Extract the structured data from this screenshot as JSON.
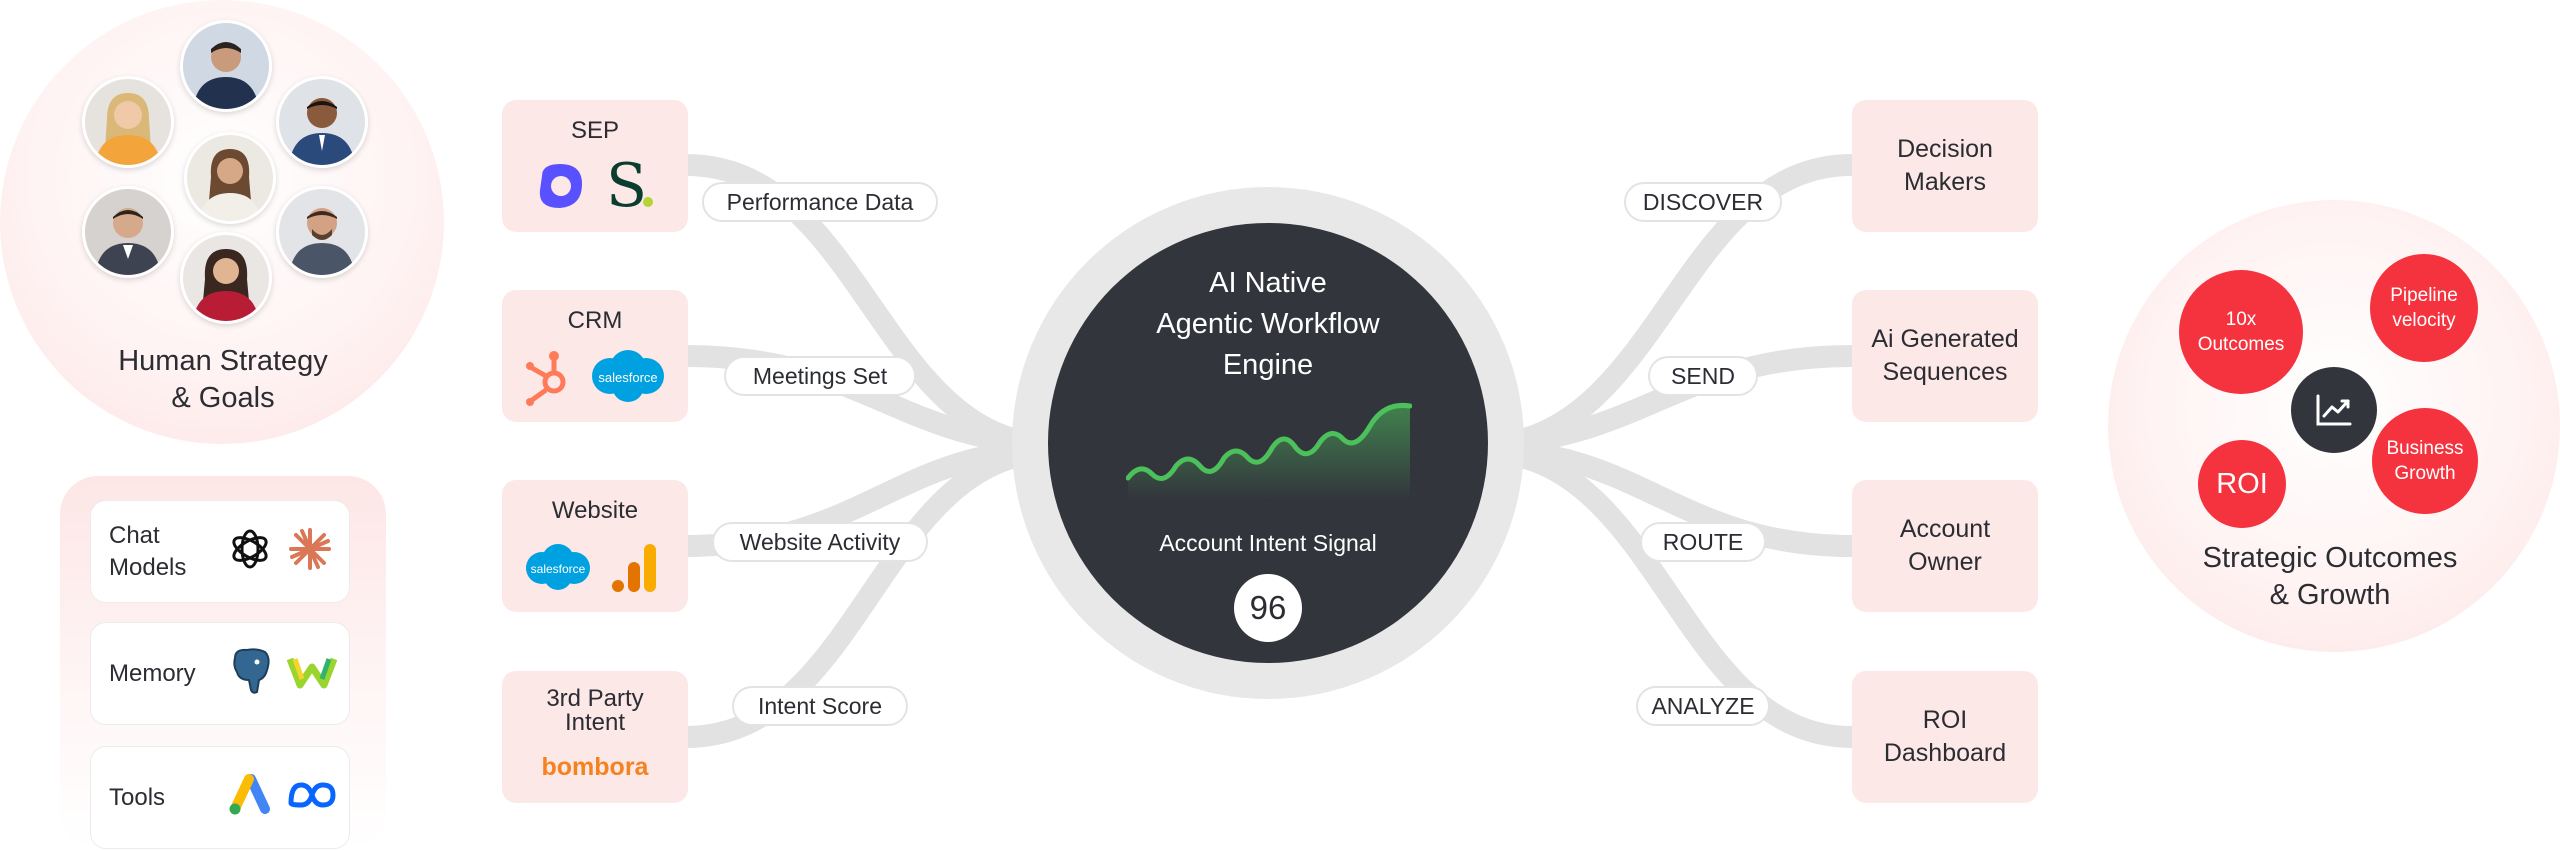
{
  "team": {
    "title": "Human Strategy\n& Goals",
    "avatars": [
      "avatar-1",
      "avatar-2",
      "avatar-3",
      "avatar-4",
      "avatar-5",
      "avatar-6",
      "avatar-7"
    ]
  },
  "tools_panel": {
    "items": [
      {
        "label": "Chat\nModels",
        "icons": [
          "openai-icon",
          "claude-icon"
        ]
      },
      {
        "label": "Memory",
        "icons": [
          "postgres-icon",
          "weaviate-icon"
        ]
      },
      {
        "label": "Tools",
        "icons": [
          "google-ads-icon",
          "meta-icon"
        ]
      }
    ]
  },
  "sources": [
    {
      "title": "SEP",
      "icons": [
        "outreach-icon",
        "salesloft-icon"
      ],
      "link_label": "Performance Data"
    },
    {
      "title": "CRM",
      "icons": [
        "hubspot-icon",
        "salesforce-icon"
      ],
      "brand_text": "salesforce",
      "link_label": "Meetings Set"
    },
    {
      "title": "Website",
      "icons": [
        "salesforce-icon",
        "google-analytics-icon"
      ],
      "brand_text": "salesforce",
      "link_label": "Website Activity"
    },
    {
      "title": "3rd Party\nIntent",
      "brand_text": "bombora",
      "link_label": "Intent Score"
    }
  ],
  "engine": {
    "title": "AI Native\nAgentic Workflow\nEngine",
    "signal_label": "Account Intent Signal",
    "score": "96",
    "trend_icon": "intent-trend-sparkline"
  },
  "actions": [
    {
      "label": "DISCOVER",
      "output": "Decision\nMakers"
    },
    {
      "label": "SEND",
      "output": "Ai Generated\nSequences"
    },
    {
      "label": "ROUTE",
      "output": "Account\nOwner"
    },
    {
      "label": "ANALYZE",
      "output": "ROI\nDashboard"
    }
  ],
  "outcomes": {
    "title": "Strategic Outcomes\n& Growth",
    "bubbles": [
      "10x\nOutcomes",
      "Pipeline\nvelocity",
      "Business\nGrowth",
      "ROI"
    ],
    "center_icon": "growth-chart-icon"
  },
  "colors": {
    "accent_red": "#f4333f",
    "box_pink": "#fde8e8",
    "engine_dark": "#33353d",
    "trend_green": "#4cc05a"
  }
}
